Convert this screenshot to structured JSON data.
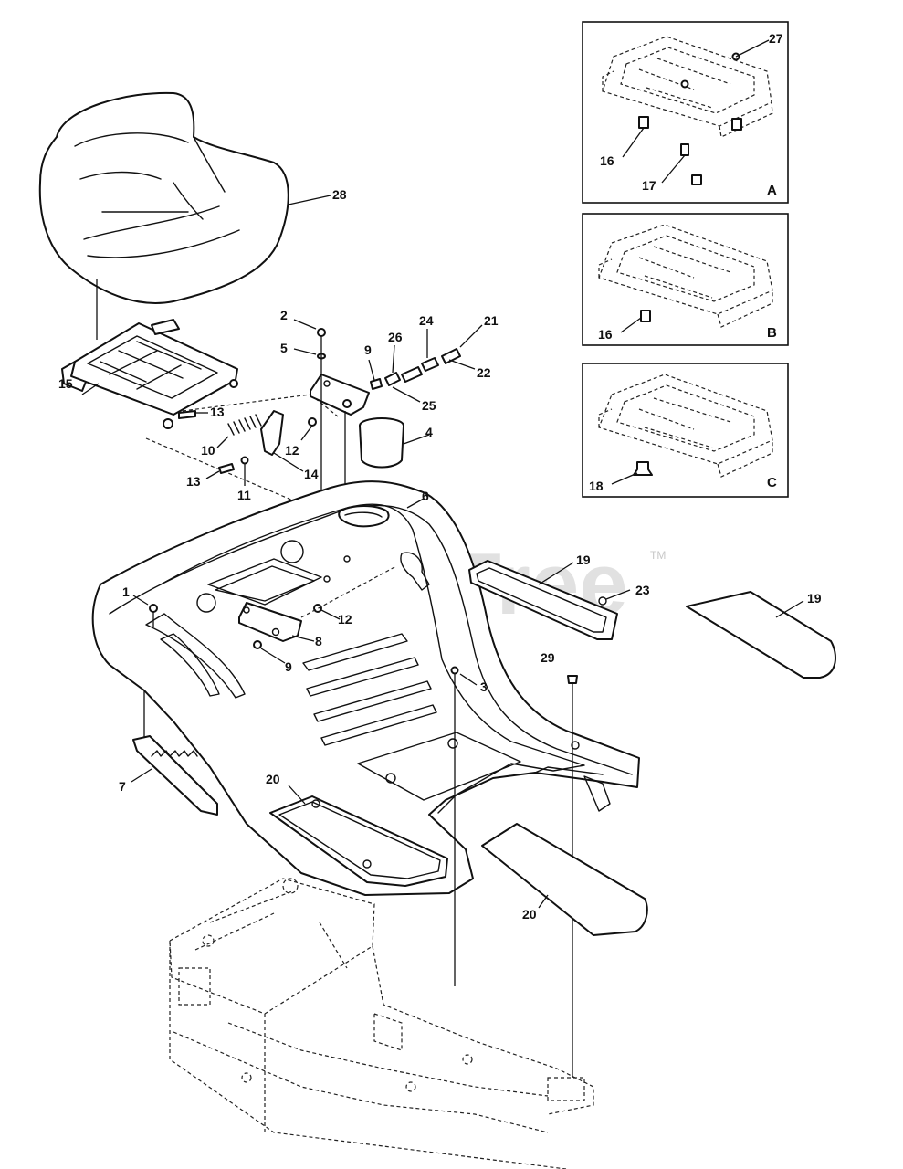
{
  "watermark": {
    "text": "PartsTree",
    "trademark": "TM"
  },
  "insets": [
    {
      "letter": "A",
      "callouts": [
        "27",
        "16",
        "17"
      ]
    },
    {
      "letter": "B",
      "callouts": [
        "16"
      ]
    },
    {
      "letter": "C",
      "callouts": [
        "18"
      ]
    }
  ],
  "callouts": [
    "1",
    "2",
    "3",
    "4",
    "5",
    "6",
    "7",
    "8",
    "9",
    "9",
    "10",
    "11",
    "12",
    "12",
    "13",
    "13",
    "14",
    "15",
    "19",
    "19",
    "20",
    "20",
    "21",
    "22",
    "23",
    "24",
    "25",
    "26",
    "28",
    "29"
  ]
}
